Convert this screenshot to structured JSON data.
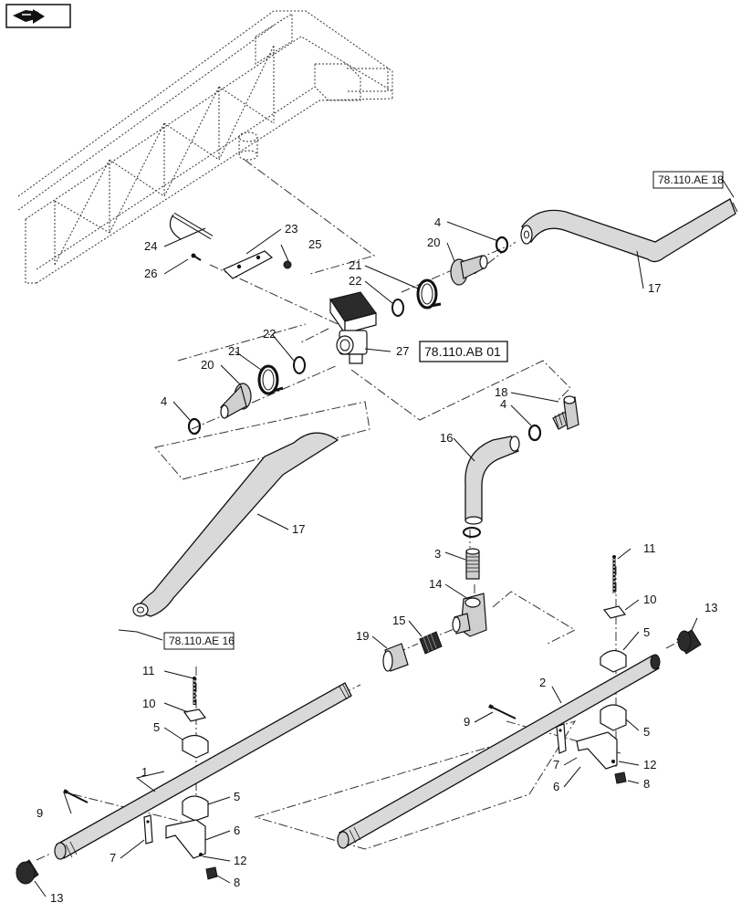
{
  "diagram": {
    "callouts": {
      "c1": "1",
      "c2": "2",
      "c3": "3",
      "c4a": "4",
      "c4b": "4",
      "c4c": "4",
      "c5a": "5",
      "c5b": "5",
      "c5c": "5",
      "c5d": "5",
      "c6a": "6",
      "c6b": "6",
      "c7a": "7",
      "c7b": "7",
      "c8a": "8",
      "c8b": "8",
      "c9a": "9",
      "c9b": "9",
      "c10a": "10",
      "c10b": "10",
      "c11a": "11",
      "c11b": "11",
      "c12a": "12",
      "c12b": "12",
      "c13a": "13",
      "c13b": "13",
      "c14": "14",
      "c15": "15",
      "c16": "16",
      "c17a": "17",
      "c17b": "17",
      "c18": "18",
      "c19": "19",
      "c20a": "20",
      "c20b": "20",
      "c21a": "21",
      "c21b": "21",
      "c22a": "22",
      "c22b": "22",
      "c23": "23",
      "c24": "24",
      "c25": "25",
      "c26": "26",
      "c27": "27"
    },
    "references": {
      "ref_ae18": "78.110.AE 18",
      "ref_ab01": "78.110.AB 01",
      "ref_ae16": "78.110.AE 16"
    },
    "icons": {
      "corner": "navigation-arrow-icon"
    }
  }
}
